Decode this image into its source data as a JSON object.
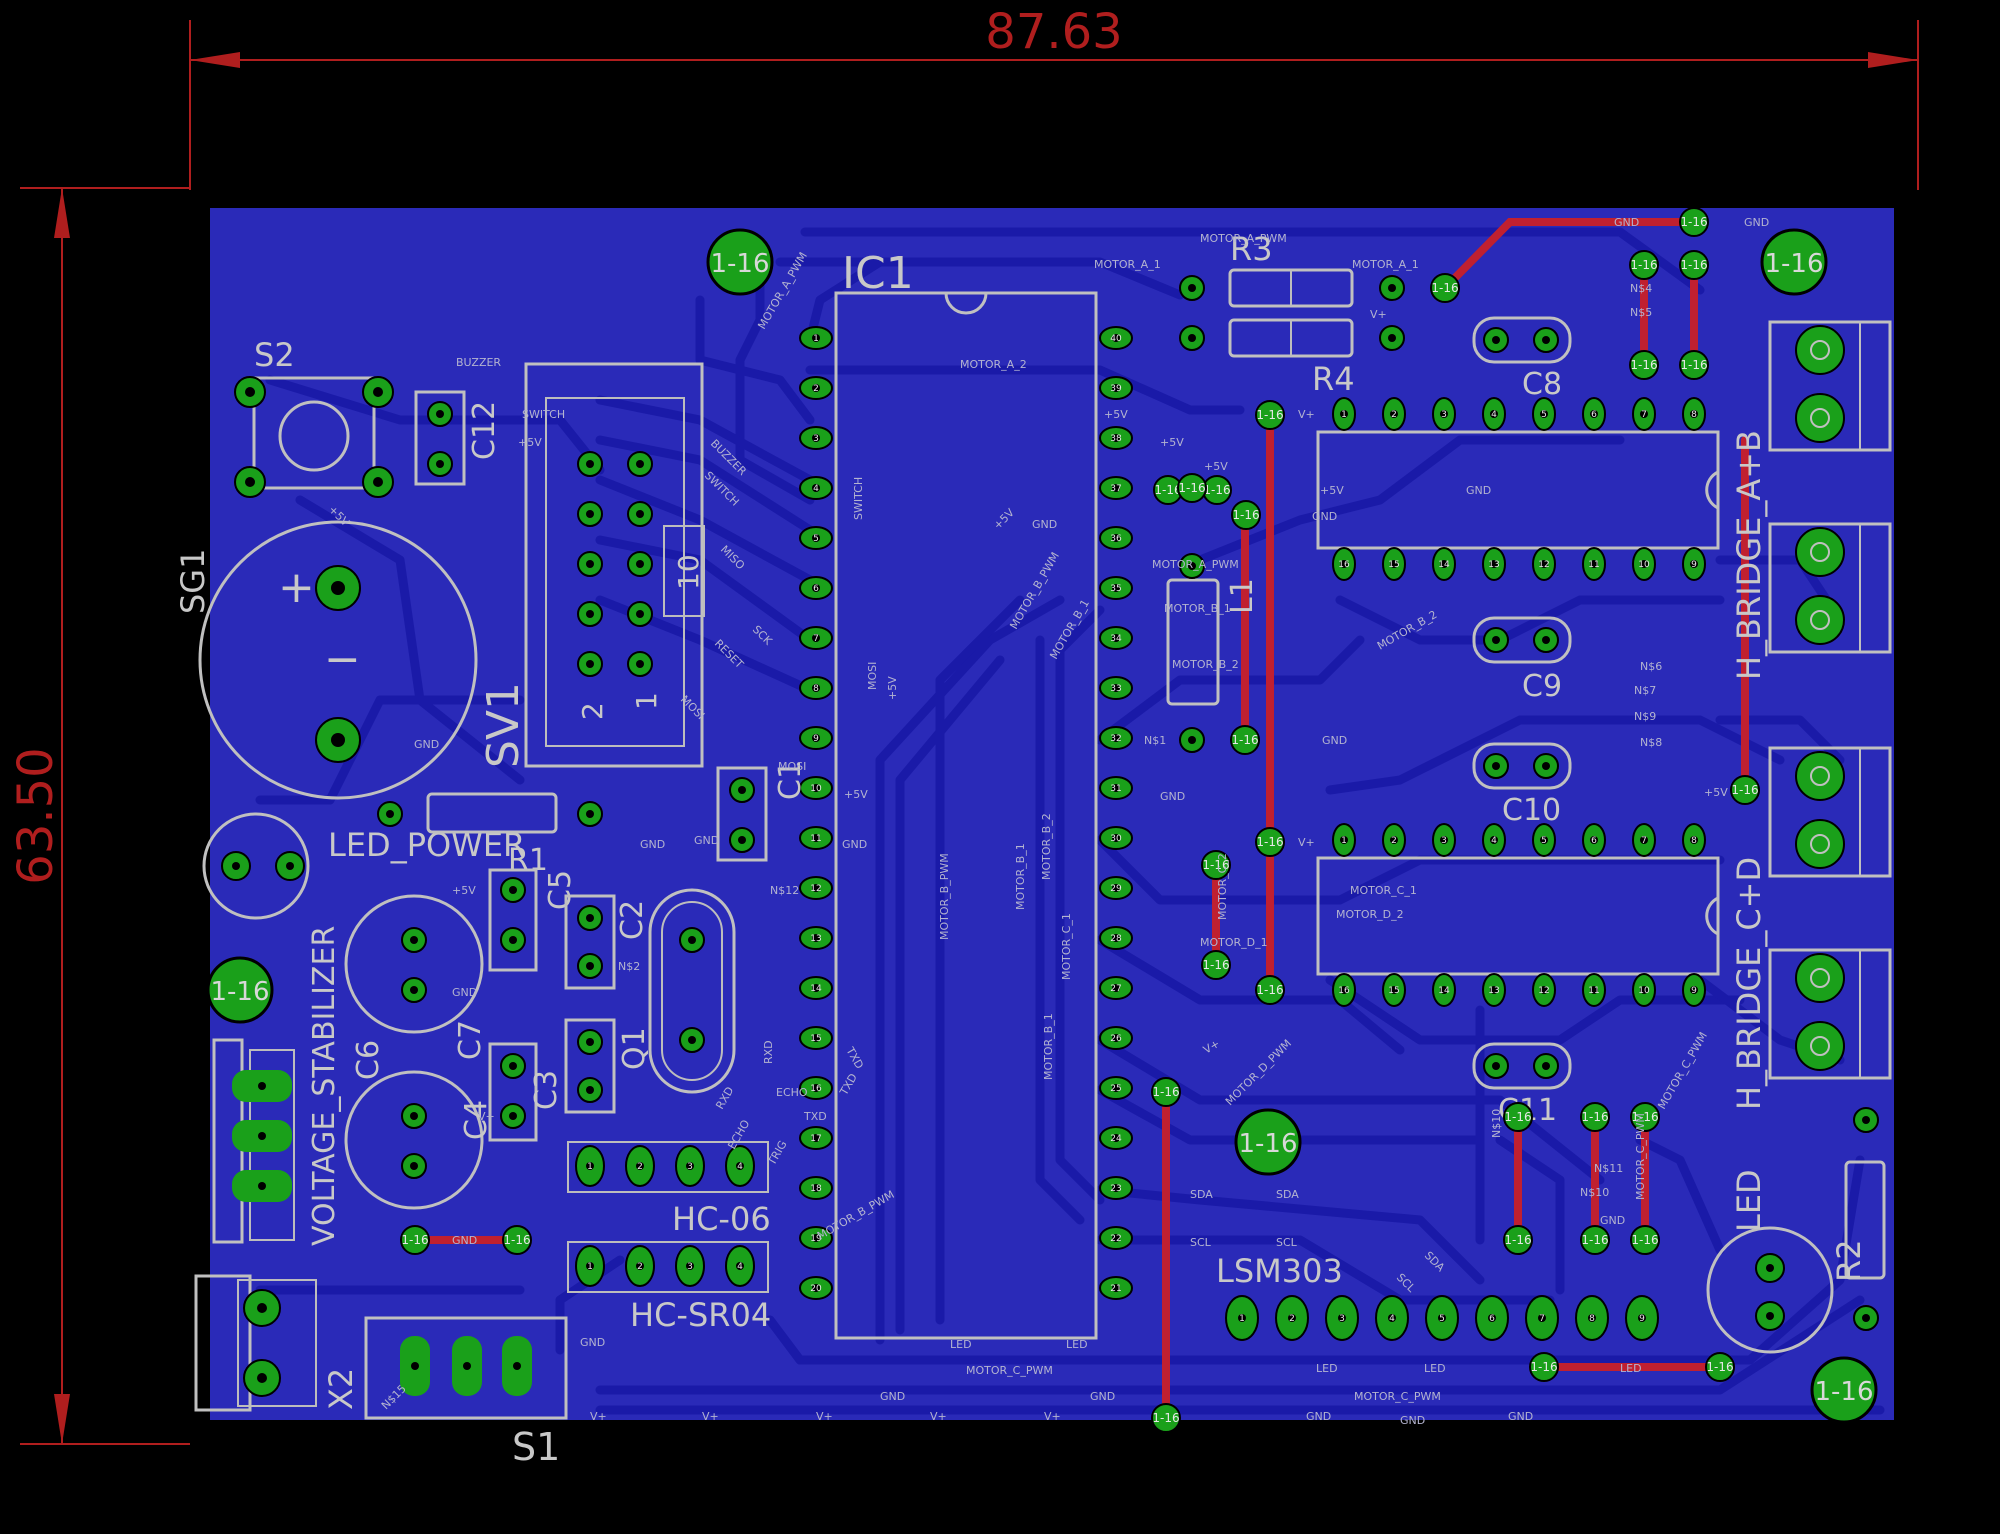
{
  "dimensions": {
    "width_label": "87.63",
    "height_label": "63.50"
  },
  "colors": {
    "background": "#000000",
    "copper_bottom": "#2a2ab8",
    "copper_bottom_trace": "#1a1aa8",
    "copper_top_trace": "#c02030",
    "pad": "#1aa01a",
    "silkscreen": "#c0c0c0",
    "dimension": "#b01e1e"
  },
  "components": {
    "ic1": "IC1",
    "r3": "R3",
    "r4": "R4",
    "s2": "S2",
    "c12": "C12",
    "sg1": "SG1",
    "sv1": "SV1",
    "led_power": "LED_POWER",
    "r1": "R1",
    "c5": "C5",
    "c2": "C2",
    "q1": "Q1",
    "c3": "C3",
    "c6": "C6",
    "c7": "C7",
    "c4": "C4",
    "c1": "C1",
    "voltage_stabilizer": "VOLTAGE_STABILIZER",
    "hc06": "HC-06",
    "hcsr04": "HC-SR04",
    "s1": "S1",
    "x2": "X2",
    "lsm303": "LSM303",
    "led": "LED",
    "r2": "R2",
    "c8": "C8",
    "c9": "C9",
    "c10": "C10",
    "c11": "C11",
    "hbridge_ab": "H_BRIDGE_A+B",
    "hbridge_cd": "H_BRIDGE_C+D",
    "l1": "L1",
    "sv1_pin2": "2",
    "sv1_pin1": "1",
    "sv1_pin10": "10"
  },
  "mount_hole_label": "1-16",
  "via_label": "1-16",
  "nets": {
    "motor_a_pwm": "MOTOR_A_PWM",
    "motor_a_1": "MOTOR_A_1",
    "motor_a_2": "MOTOR_A_2",
    "motor_b_pwm": "MOTOR_B_PWM",
    "motor_b_1": "MOTOR_B_1",
    "motor_b_2": "MOTOR_B_2",
    "motor_c_pwm": "MOTOR_C_PWM",
    "motor_c_1": "MOTOR_C_1",
    "motor_c_2": "MOTOR_C_2",
    "motor_d_pwm": "MOTOR_D_PWM",
    "motor_d_1": "MOTOR_D_1",
    "motor_d_2": "MOTOR_D_2",
    "gnd": "GND",
    "vplus": "V+",
    "p5v": "+5V",
    "buzzer": "BUZZER",
    "switch": "SWITCH",
    "miso": "MISO",
    "mosi": "MOSI",
    "sck": "SCK",
    "reset": "RESET",
    "sda": "SDA",
    "scl": "SCL",
    "led": "LED",
    "rxd": "RXD",
    "txd": "TXD",
    "echo": "ECHO",
    "trig": "TRIG",
    "n4": "N$4",
    "n5": "N$5",
    "n6": "N$6",
    "n7": "N$7",
    "n8": "N$8",
    "n9": "N$9",
    "n10": "N$10",
    "n11": "N$11",
    "n1": "N$1",
    "n2": "N$2",
    "n12": "N$12",
    "n15": "N$15"
  }
}
